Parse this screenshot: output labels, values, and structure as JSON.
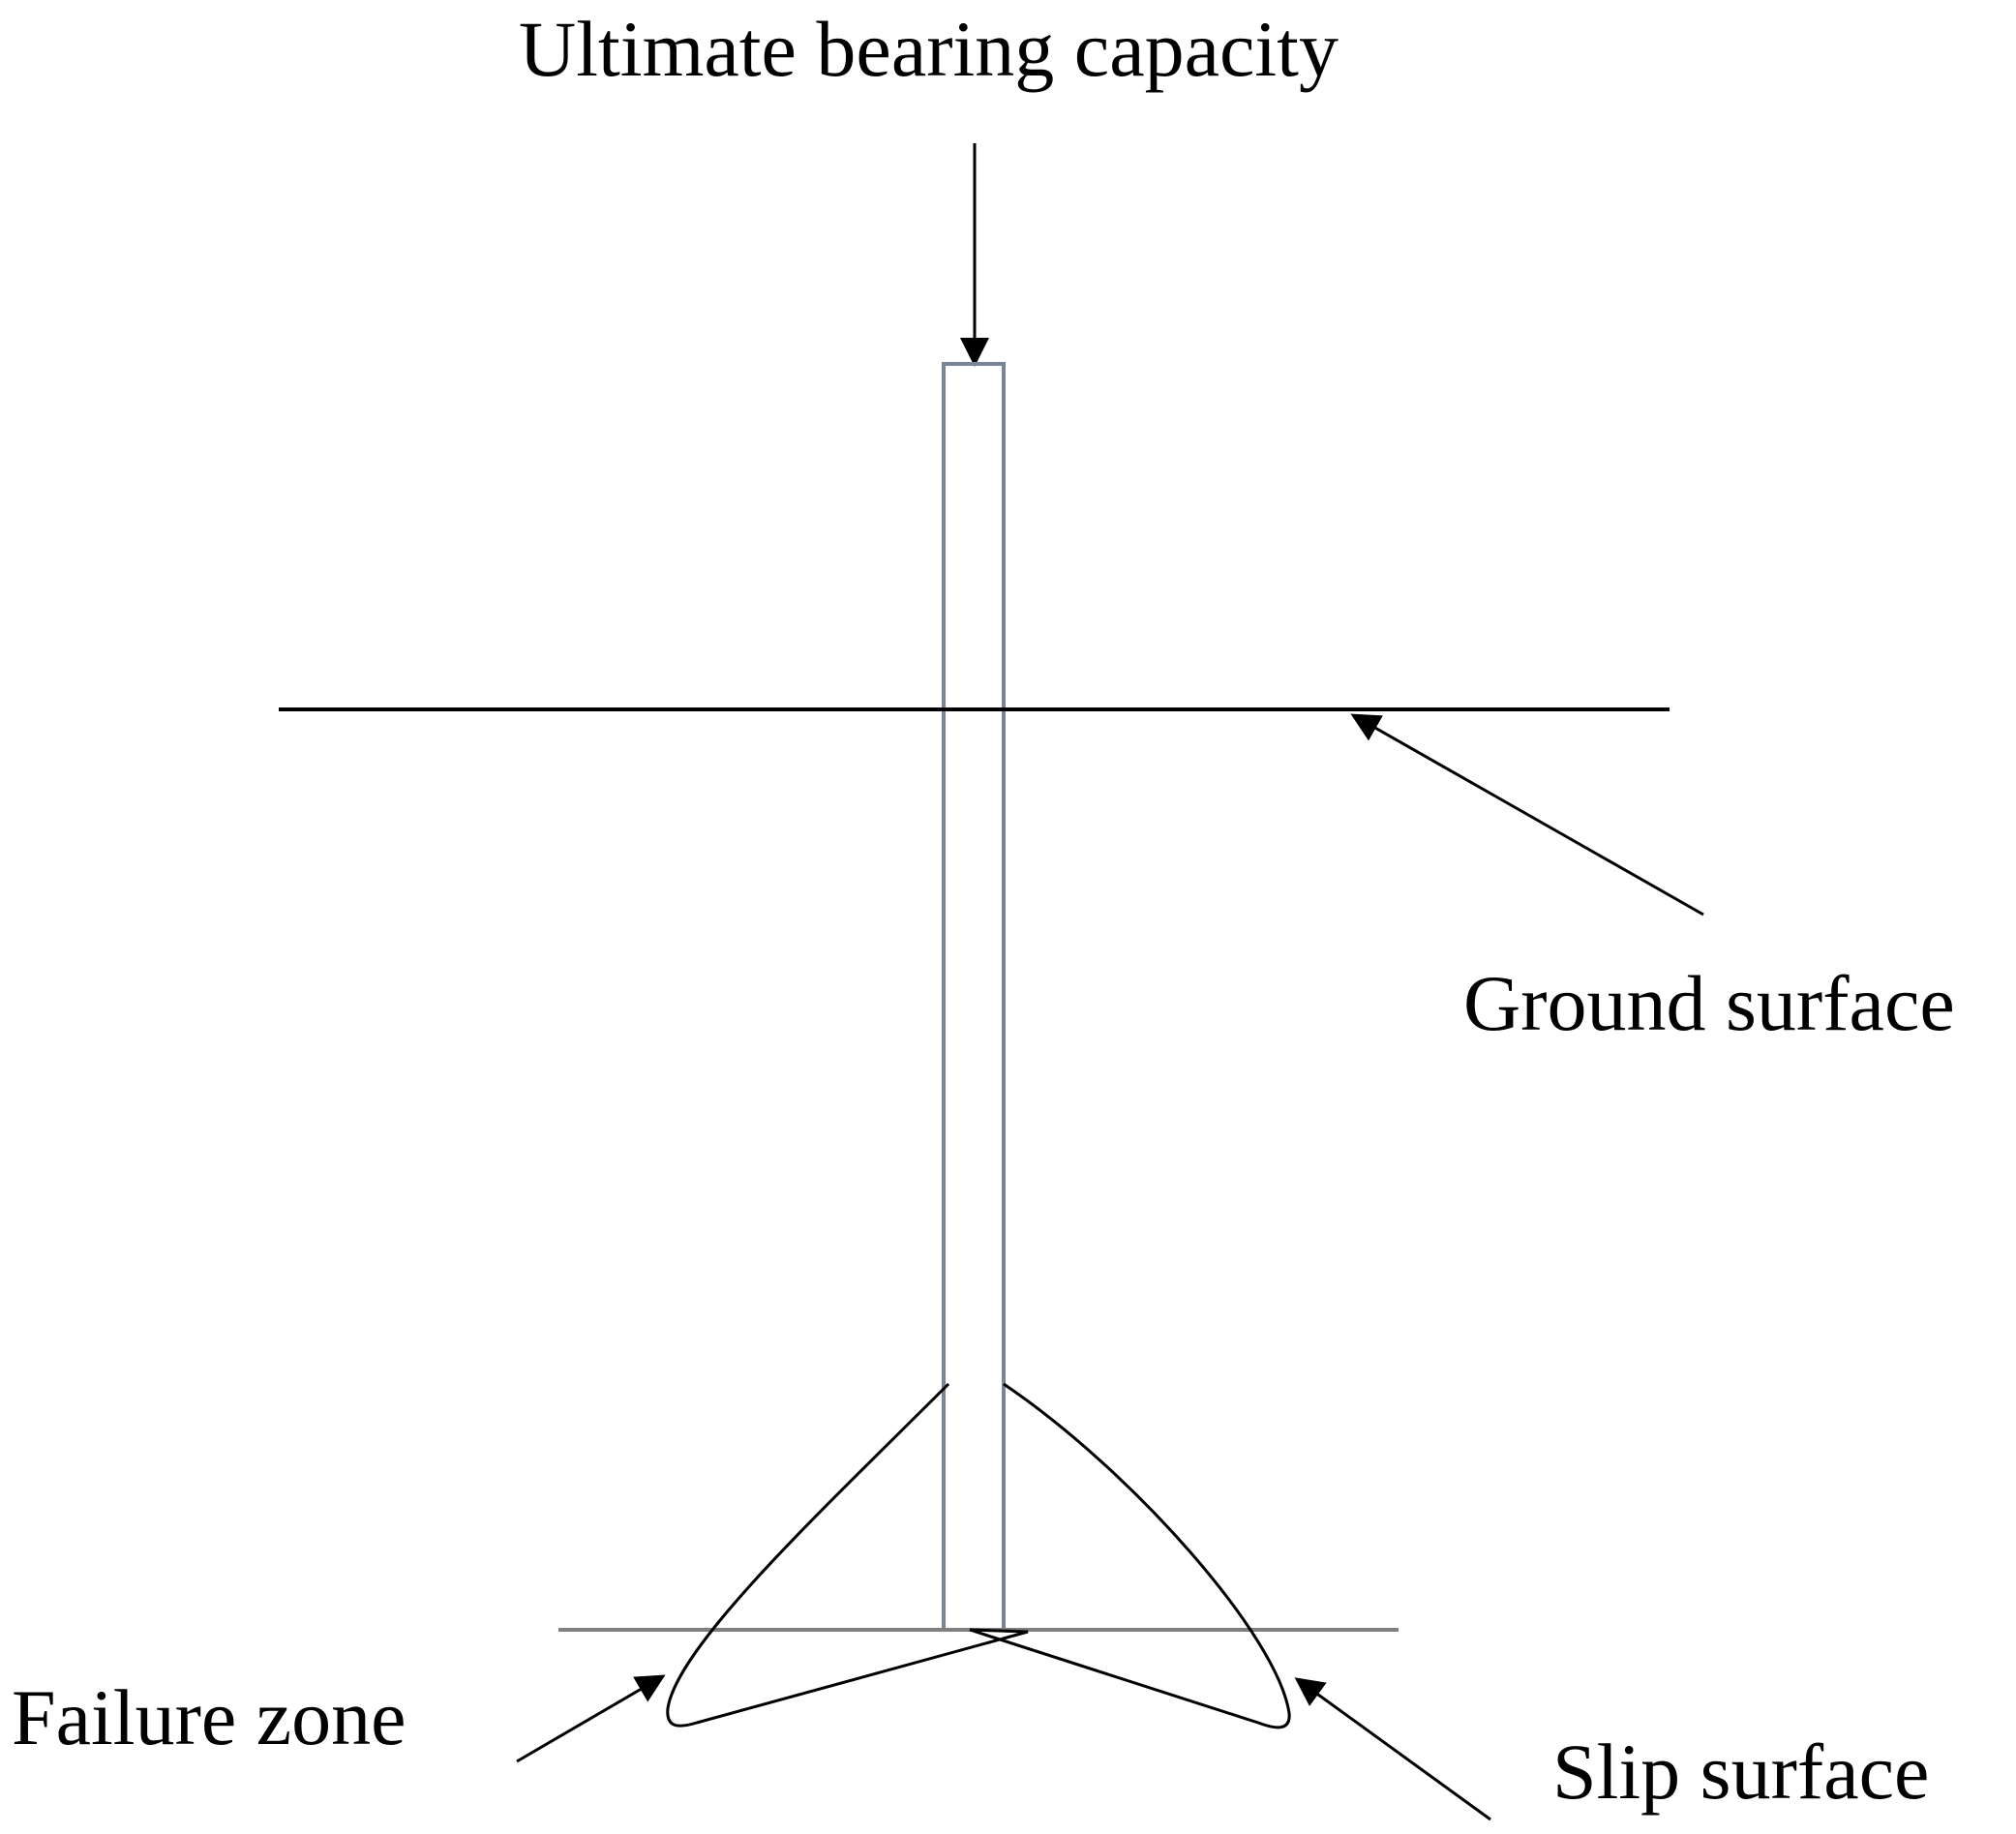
{
  "labels": {
    "load": "Ultimate bearing capacity",
    "ground": "Ground surface",
    "failure": "Failure zone",
    "slip": "Slip surface"
  },
  "colors": {
    "ink": "#000000",
    "pile": "#7a8499",
    "base_line": "#7f7f7f"
  }
}
